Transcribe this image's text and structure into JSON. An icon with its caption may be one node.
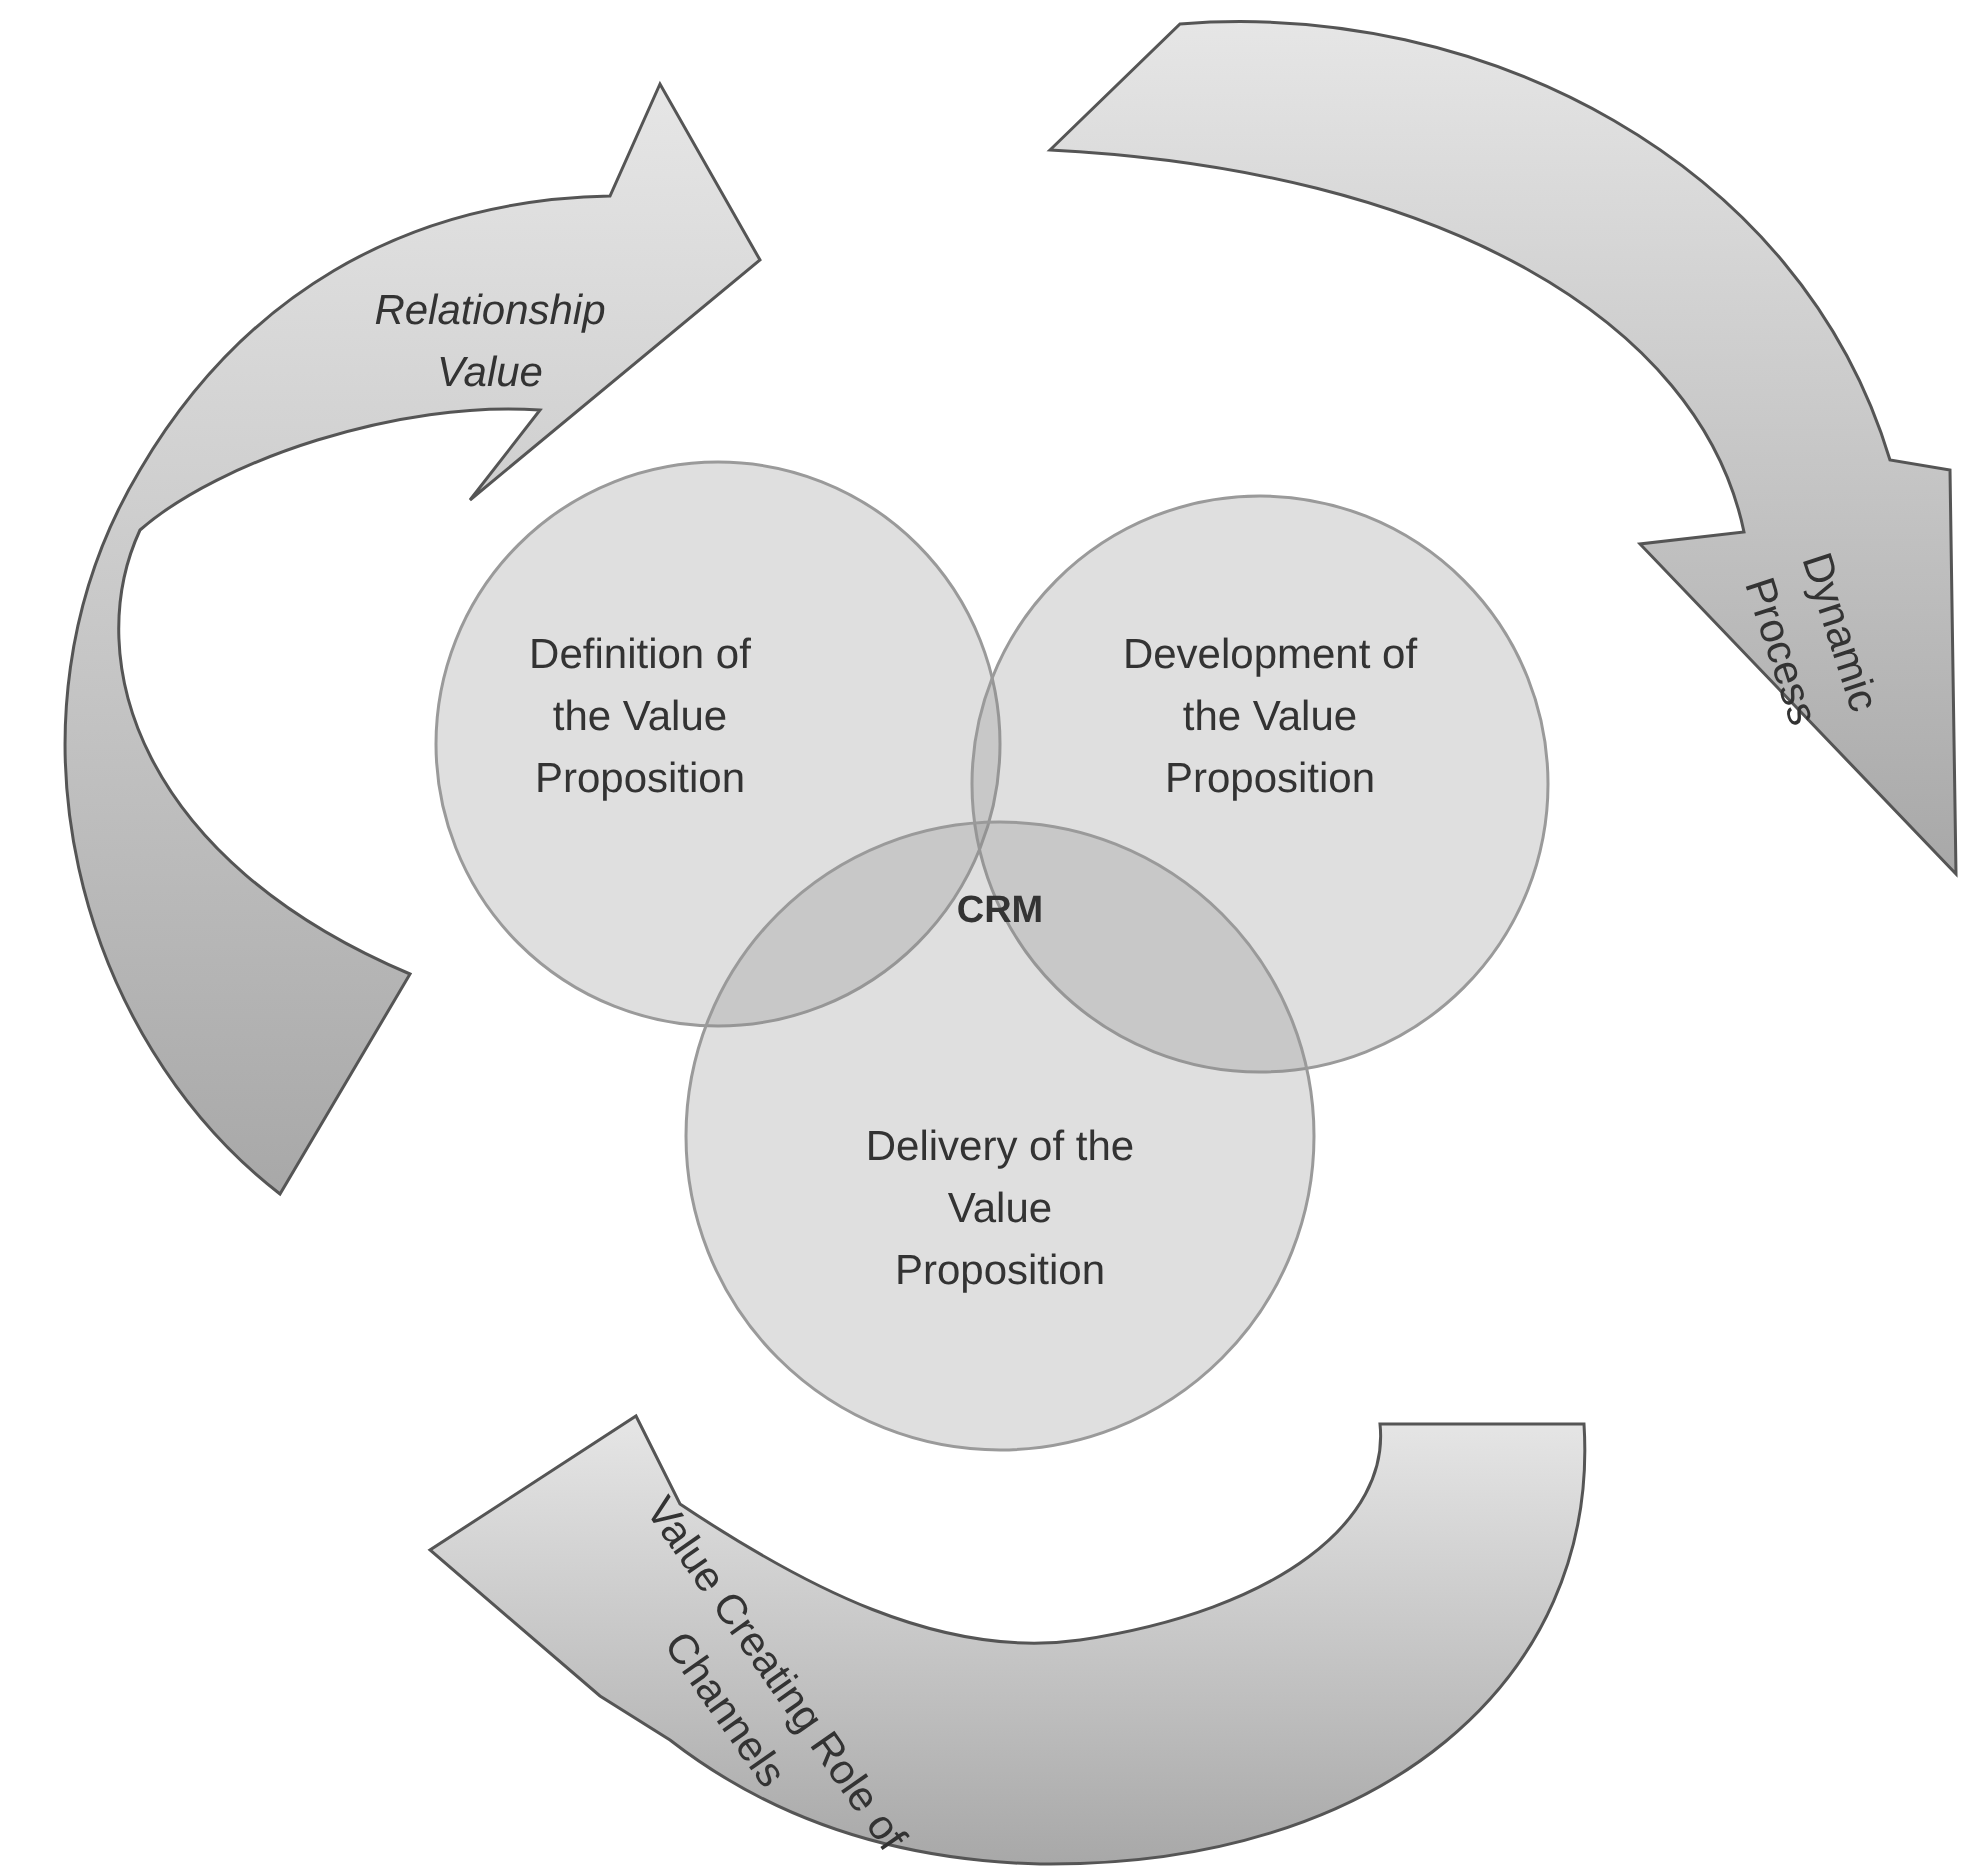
{
  "diagram": {
    "nodes": [
      {
        "text": [
          "Relationship Value"
        ]
      },
      {
        "text": [
          "Dynamic Process"
        ]
      },
      {
        "text": [
          "Definition of the Value Proposition"
        ]
      },
      {
        "text": [
          "Development of the Value Proposition"
        ]
      },
      {
        "text": [
          "Delivery of the Value Proposition"
        ]
      },
      {
        "text": [
          "Value Creating Role of Channels"
        ]
      }
    ],
    "labels": [
      "CRM"
    ]
  }
}
